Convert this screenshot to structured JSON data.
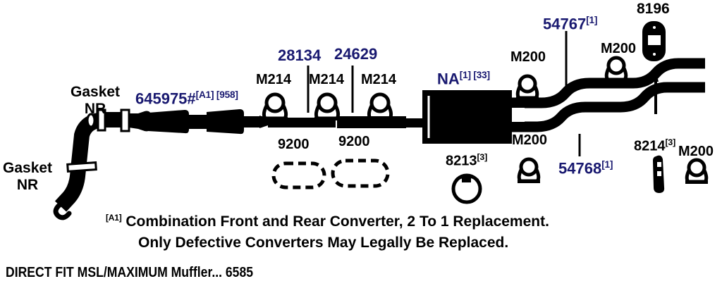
{
  "diagram": {
    "title": "Exhaust System Parts Diagram",
    "colors": {
      "part_number": "#191970",
      "label": "#000000",
      "pipe": "#000000",
      "background": "#ffffff"
    },
    "labels": [
      {
        "id": "gasket-nr-upper",
        "line1": "Gasket",
        "line2": "NR",
        "color": "black"
      },
      {
        "id": "gasket-nr-lower",
        "line1": "Gasket",
        "line2": "NR",
        "color": "black"
      },
      {
        "id": "converter-assembly",
        "text": "645975#",
        "sup": "[A1] [958]",
        "color": "navy"
      },
      {
        "id": "pipe-28134",
        "text": "28134",
        "sup": "",
        "color": "navy"
      },
      {
        "id": "pipe-24629",
        "text": "24629",
        "sup": "",
        "color": "navy"
      },
      {
        "id": "clamp-m214-1",
        "text": "M214",
        "sup": "",
        "color": "black"
      },
      {
        "id": "clamp-m214-2",
        "text": "M214",
        "sup": "",
        "color": "black"
      },
      {
        "id": "clamp-m214-3",
        "text": "M214",
        "sup": "",
        "color": "black"
      },
      {
        "id": "resonator-9200-1",
        "text": "9200",
        "sup": "",
        "color": "black"
      },
      {
        "id": "resonator-9200-2",
        "text": "9200",
        "sup": "",
        "color": "black"
      },
      {
        "id": "muffler-na",
        "text": "NA",
        "sup": "[1] [33]",
        "color": "navy"
      },
      {
        "id": "clamp-8213",
        "text": "8213",
        "sup": "[3]",
        "color": "black"
      },
      {
        "id": "hanger-m200-1",
        "text": "M200",
        "sup": "",
        "color": "black"
      },
      {
        "id": "hanger-m200-2",
        "text": "M200",
        "sup": "",
        "color": "black"
      },
      {
        "id": "tailpipe-54767",
        "text": "54767",
        "sup": "[1]",
        "color": "navy"
      },
      {
        "id": "tailpipe-54768",
        "text": "54768",
        "sup": "[1]",
        "color": "navy"
      },
      {
        "id": "hanger-m200-3",
        "text": "M200",
        "sup": "",
        "color": "black"
      },
      {
        "id": "bracket-8196",
        "text": "8196",
        "sup": "",
        "color": "black"
      },
      {
        "id": "bracket-8214",
        "text": "8214",
        "sup": "[3]",
        "color": "black"
      },
      {
        "id": "hanger-m200-4",
        "text": "M200",
        "sup": "",
        "color": "black"
      }
    ],
    "notes": {
      "marker": "[A1]",
      "line1": "Combination Front and Rear Converter, 2 To 1 Replacement.",
      "line2": "Only Defective Converters May Legally Be Replaced."
    },
    "footer": {
      "text": "DIRECT FIT MSL/MAXIMUM Muffler... 6585"
    }
  }
}
